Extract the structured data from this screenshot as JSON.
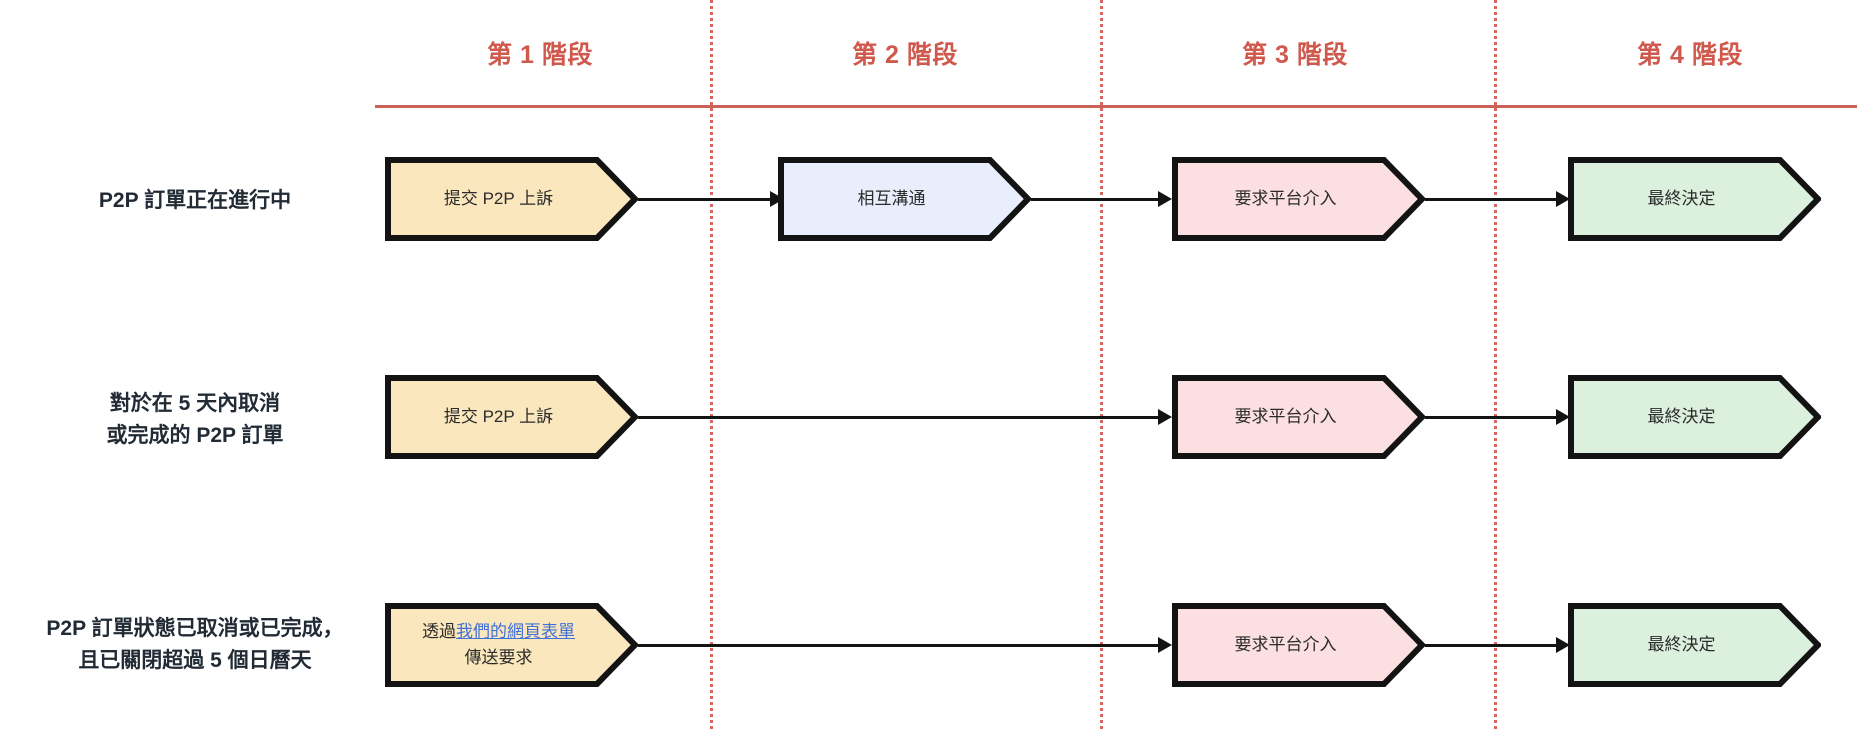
{
  "colors": {
    "stage_header": "#d0594e",
    "guide_line": "#cb6158",
    "dashed_line": "#d9635d",
    "box_cream": "#fbe7bd",
    "box_blue": "#e8eefb",
    "box_pink": "#fbdfe1",
    "box_green": "#dcf0de",
    "border": "#131313",
    "link": "#4070d8",
    "label_text": "#222b35"
  },
  "stages": [
    {
      "label": "第 1 階段"
    },
    {
      "label": "第 2 階段"
    },
    {
      "label": "第 3 階段"
    },
    {
      "label": "第 4 階段"
    }
  ],
  "rows": [
    {
      "label_line1": "P2P 訂單正在進行中",
      "label_line2": "",
      "steps": [
        {
          "text": "提交 P2P 上訴",
          "color": "cream"
        },
        {
          "text": "相互溝通",
          "color": "blue"
        },
        {
          "text": "要求平台介入",
          "color": "pink"
        },
        {
          "text": "最終決定",
          "color": "green"
        }
      ]
    },
    {
      "label_line1": "對於在 5 天內取消",
      "label_line2": "或完成的 P2P 訂單",
      "steps": [
        {
          "text": "提交 P2P 上訴",
          "color": "cream"
        },
        {
          "text": "",
          "color": "none"
        },
        {
          "text": "要求平台介入",
          "color": "pink"
        },
        {
          "text": "最終決定",
          "color": "green"
        }
      ]
    },
    {
      "label_line1": "P2P 訂單狀態已取消或已完成，",
      "label_line2": "且已關閉超過 5 個日曆天",
      "steps": [
        {
          "text_pre": "透過",
          "link_text": "我們的網頁表單",
          "text_post": "傳送要求",
          "color": "cream"
        },
        {
          "text": "",
          "color": "none"
        },
        {
          "text": "要求平台介入",
          "color": "pink"
        },
        {
          "text": "最終決定",
          "color": "green"
        }
      ]
    }
  ]
}
